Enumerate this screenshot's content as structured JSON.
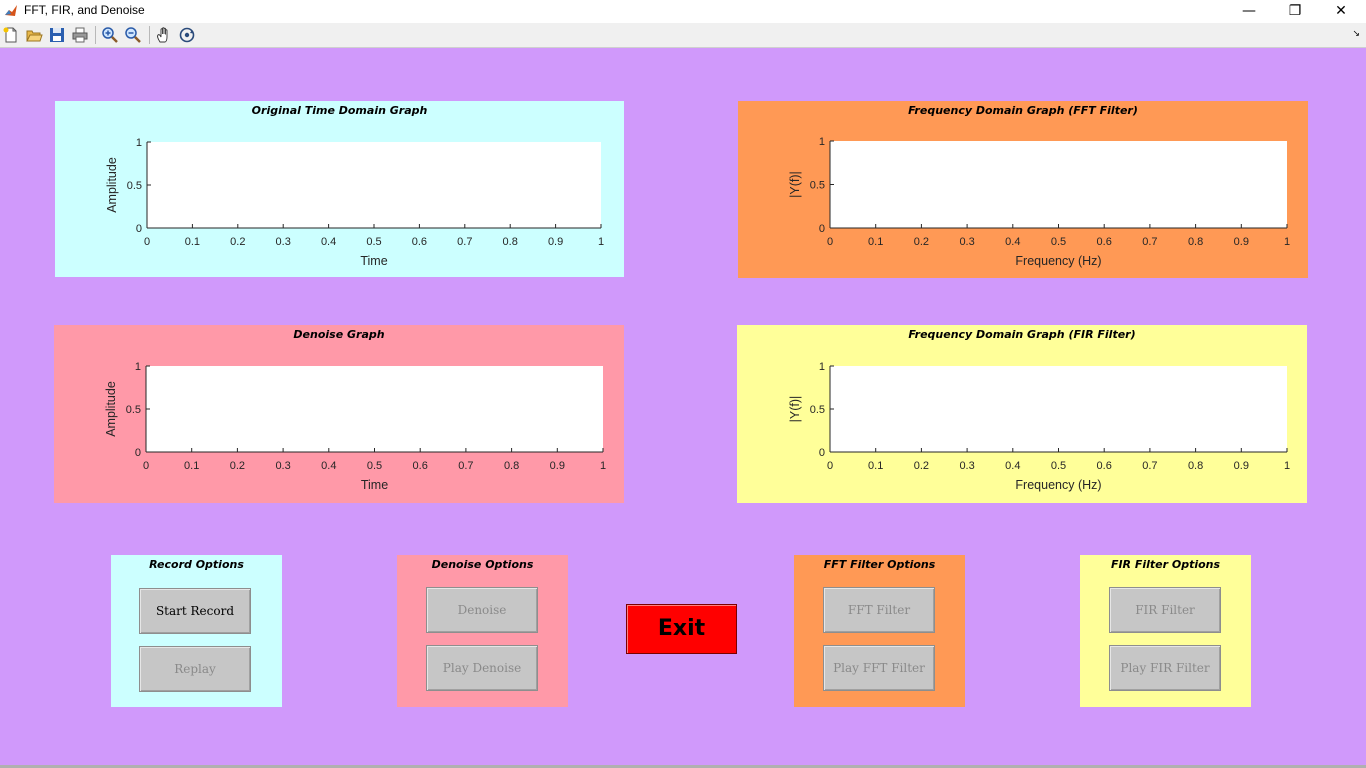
{
  "window": {
    "title": "FFT, FIR, and Denoise",
    "controls": {
      "minimize": "—",
      "restore": "❐",
      "close": "✕"
    }
  },
  "toolbar": {
    "icons": [
      "new-figure-icon",
      "open-file-icon",
      "save-icon",
      "print-icon",
      "zoom-in-icon",
      "zoom-out-icon",
      "pan-hand-icon",
      "rotate-3d-icon"
    ],
    "overflow": "↘"
  },
  "colors": {
    "background": "#d099fb",
    "cyan_panel": "#ccffff",
    "pink_panel": "#ff99a8",
    "orange_panel": "#ff9955",
    "yellow_panel": "#ffff99",
    "exit": "#ff0000"
  },
  "graphs": {
    "original": {
      "title": "Original Time Domain Graph",
      "ylabel": "Amplitude",
      "xlabel": "Time"
    },
    "fft": {
      "title": "Frequency Domain Graph (FFT Filter)",
      "ylabel": "|Y(f)|",
      "xlabel": "Frequency (Hz)"
    },
    "denoise": {
      "title": "Denoise Graph",
      "ylabel": "Amplitude",
      "xlabel": "Time"
    },
    "fir": {
      "title": "Frequency Domain Graph (FIR Filter)",
      "ylabel": "|Y(f)|",
      "xlabel": "Frequency (Hz)"
    }
  },
  "axis_ticks": {
    "x": [
      "0",
      "0.1",
      "0.2",
      "0.3",
      "0.4",
      "0.5",
      "0.6",
      "0.7",
      "0.8",
      "0.9",
      "1"
    ],
    "y": [
      "0",
      "0.5",
      "1"
    ]
  },
  "options": {
    "record": {
      "title": "Record Options",
      "btn1": "Start Record",
      "btn2": "Replay"
    },
    "denoise": {
      "title": "Denoise Options",
      "btn1": "Denoise",
      "btn2": "Play Denoise"
    },
    "fft": {
      "title": "FFT Filter Options",
      "btn1": "FFT Filter",
      "btn2": "Play FFT Filter"
    },
    "fir": {
      "title": "FIR Filter Options",
      "btn1": "FIR Filter",
      "btn2": "Play FIR Filter"
    }
  },
  "exit_label": "Exit"
}
